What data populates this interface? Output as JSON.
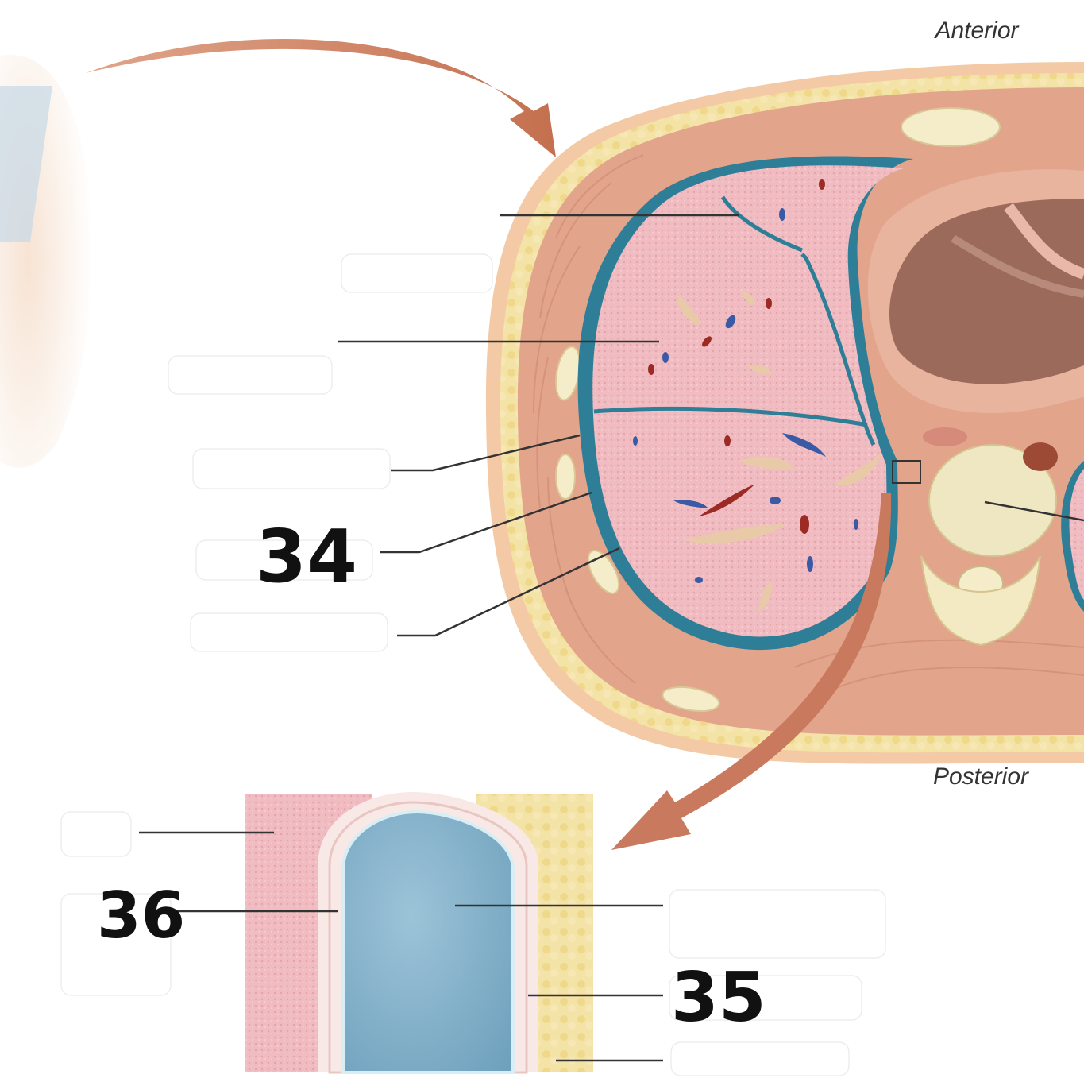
{
  "orientation": {
    "top": "Anterior",
    "bottom": "Posterior"
  },
  "handwritten_labels": {
    "label_34": "34",
    "label_35": "35",
    "label_36": "36"
  },
  "colors": {
    "lung": "#f3c7c9",
    "pleura": "#2f7e98",
    "muscle": "#e2a48c",
    "fat": "#f4e2a4",
    "skin": "#f2c8a2",
    "pleural_cavity": "#8ab7cf",
    "arrow": "#c97a5e"
  }
}
